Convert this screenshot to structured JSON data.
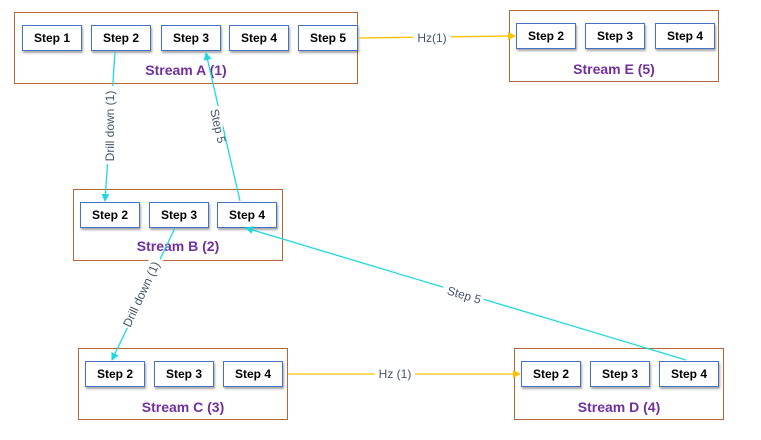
{
  "colors": {
    "stream_border": "#b4683a",
    "stream_label": "#7030a0",
    "step_border": "#4472c4",
    "link_horizontal": "#ffc000",
    "link_vertical": "#1fd8e0",
    "edge_label": "#44546a"
  },
  "streams": [
    {
      "id": "A",
      "label": "Stream A (1)",
      "steps": [
        "Step 1",
        "Step 2",
        "Step 3",
        "Step 4",
        "Step 5"
      ]
    },
    {
      "id": "E",
      "label": "Stream E (5)",
      "steps": [
        "Step 2",
        "Step 3",
        "Step 4"
      ]
    },
    {
      "id": "B",
      "label": "Stream B (2)",
      "steps": [
        "Step 2",
        "Step 3",
        "Step 4"
      ]
    },
    {
      "id": "C",
      "label": "Stream C (3)",
      "steps": [
        "Step 2",
        "Step 3",
        "Step 4"
      ]
    },
    {
      "id": "D",
      "label": "Stream D (4)",
      "steps": [
        "Step 2",
        "Step 3",
        "Step 4"
      ]
    }
  ],
  "links": [
    {
      "from": "A.Step 5",
      "to": "E.Step 2",
      "label": "Hz(1)",
      "kind": "horizontal"
    },
    {
      "from": "A.Step 2",
      "to": "B.Step 2",
      "label": "Drill down (1)",
      "kind": "vertical"
    },
    {
      "from": "B.Step 4",
      "to": "A.Step 3",
      "label": "Step 5",
      "kind": "vertical"
    },
    {
      "from": "B.Step 3",
      "to": "C.Step 2",
      "label": "Drill down (1)",
      "kind": "vertical"
    },
    {
      "from": "C.Step 4",
      "to": "D.Step 2",
      "label": "Hz (1)",
      "kind": "horizontal"
    },
    {
      "from": "D.Step 4",
      "to": "B.Step 4",
      "label": "Step 5",
      "kind": "vertical"
    }
  ]
}
